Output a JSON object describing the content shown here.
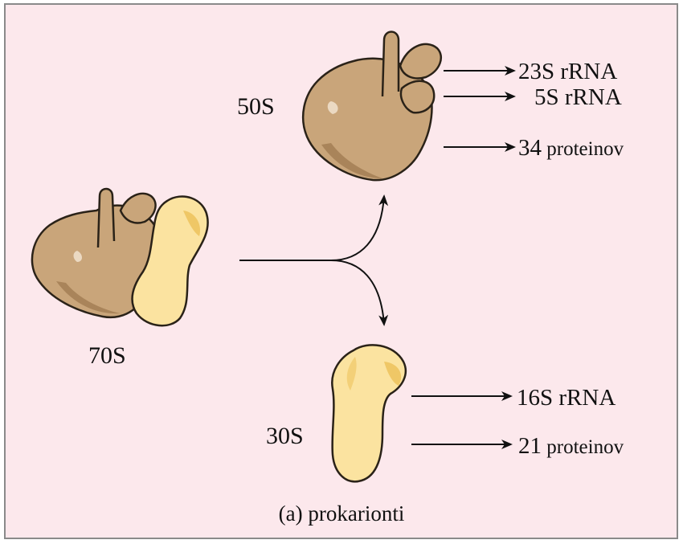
{
  "colors": {
    "background": "#fce8ec",
    "large_subunit": "#c9a57a",
    "large_subunit_shadow": "#a9845a",
    "small_subunit": "#fbe3a0",
    "small_subunit_shadow": "#efc766",
    "outline": "#2a2218",
    "arrow": "#111111"
  },
  "icons": {
    "large_subunit": "ribosome-large-subunit-shape",
    "small_subunit": "ribosome-small-subunit-shape"
  },
  "labels": {
    "whole": "70S",
    "large": "50S",
    "small": "30S"
  },
  "products_50S": [
    {
      "prefix": "23S",
      "text": " rRNA"
    },
    {
      "prefix": "5S",
      "text": " rRNA"
    },
    {
      "prefix": "34",
      "text": " proteinov"
    }
  ],
  "products_30S": [
    {
      "prefix": "16S",
      "text": " rRNA"
    },
    {
      "prefix": "21",
      "text": " proteinov"
    }
  ],
  "caption": "(a) prokarionti"
}
